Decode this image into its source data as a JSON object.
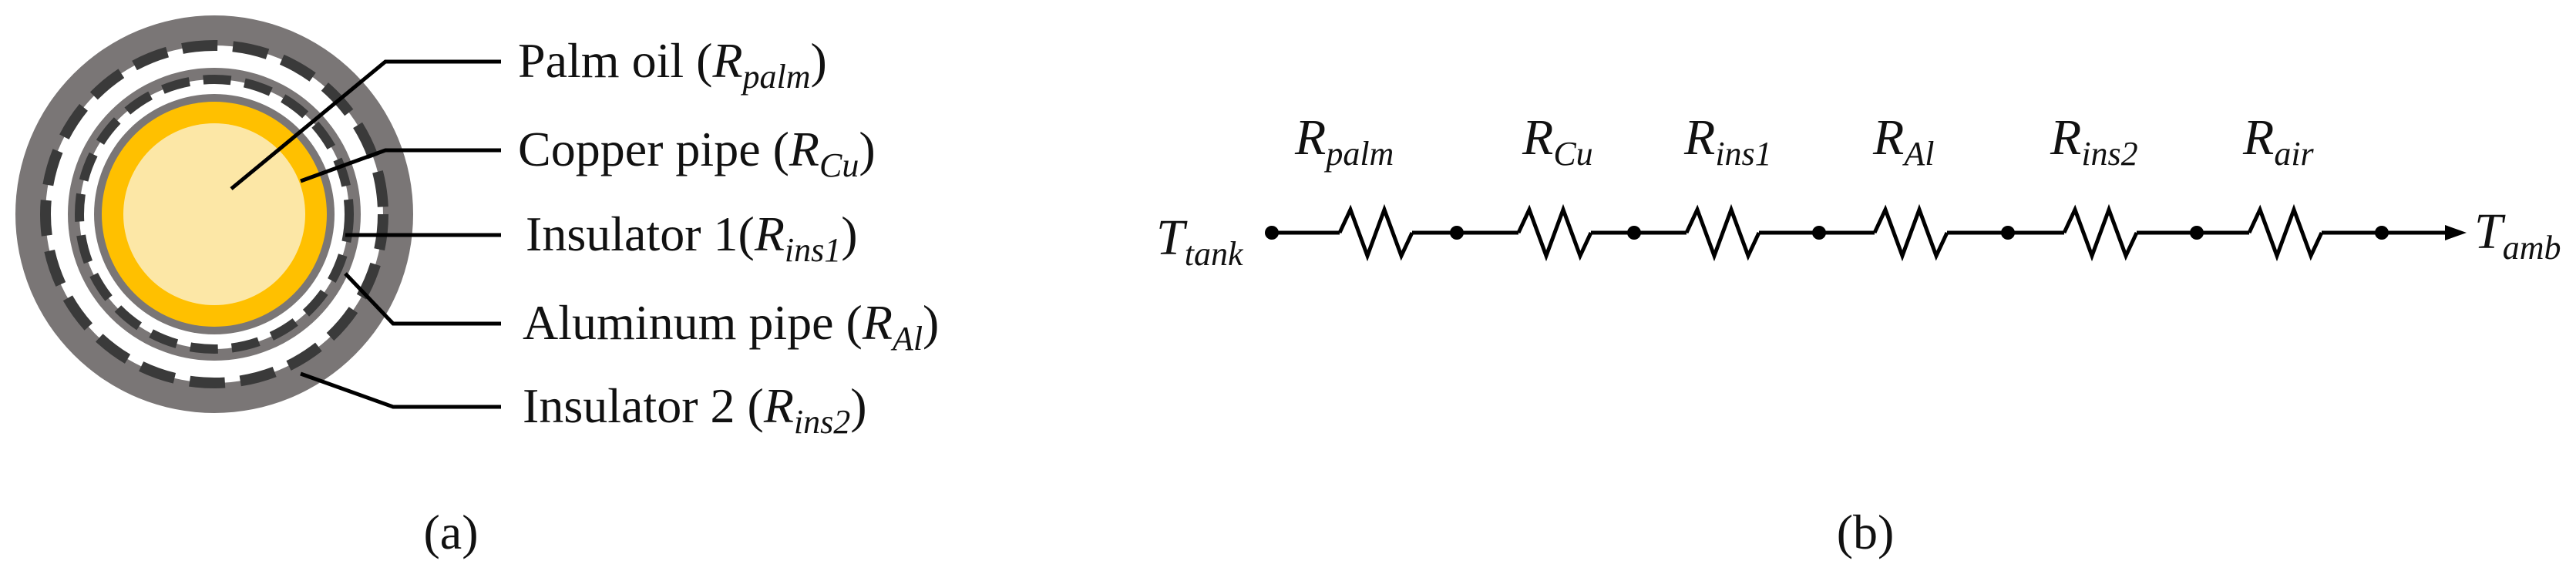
{
  "panel_a": {
    "caption": "(a)",
    "colors": {
      "oil": "#FCE7A6",
      "copper": "#FFC000",
      "insulator": "#FFFFFF",
      "aluminum": "#7A7676",
      "dash": "#3A3A3A",
      "line": "#000000"
    },
    "labels": [
      {
        "name": "Palm oil",
        "open": " (",
        "sym": "R",
        "sub": "palm",
        "close": ")"
      },
      {
        "name": "Copper pipe",
        "open": " (",
        "sym": "R",
        "sub": "Cu",
        "close": ")"
      },
      {
        "name": "Insulator 1",
        "open": "(",
        "sym": "R",
        "sub": "ins1",
        "close": ")"
      },
      {
        "name": "Aluminum pipe",
        "open": " (",
        "sym": "R",
        "sub": "Al",
        "close": ")"
      },
      {
        "name": "Insulator 2",
        "open": " (",
        "sym": "R",
        "sub": "ins2",
        "close": ")"
      }
    ]
  },
  "panel_b": {
    "caption": "(b)",
    "left_node": {
      "sym": "T",
      "sub": "tank"
    },
    "right_node": {
      "sym": "T",
      "sub": "amb"
    },
    "resistors": [
      {
        "sym": "R",
        "sub": "palm"
      },
      {
        "sym": "R",
        "sub": "Cu"
      },
      {
        "sym": "R",
        "sub": "ins1"
      },
      {
        "sym": "R",
        "sub": "Al"
      },
      {
        "sym": "R",
        "sub": "ins2"
      },
      {
        "sym": "R",
        "sub": "air"
      }
    ]
  }
}
